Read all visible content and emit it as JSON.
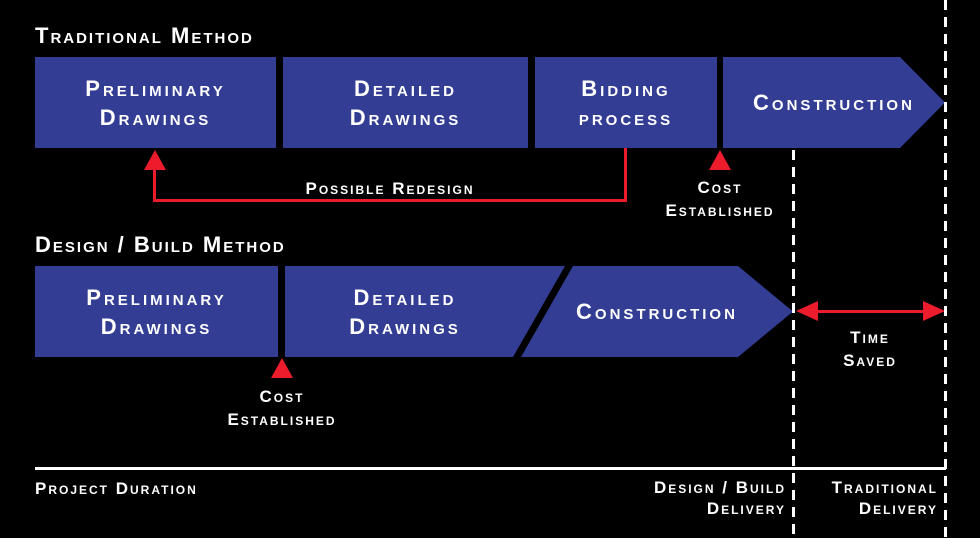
{
  "colors": {
    "background": "#000000",
    "stage_blue": "#333d94",
    "accent_red": "#ed1c2d",
    "text_and_lines": "#ffffff"
  },
  "traditional": {
    "heading": "Traditional Method",
    "stages": [
      {
        "line1": "Preliminary",
        "line2": "Drawings"
      },
      {
        "line1": "Detailed",
        "line2": "Drawings"
      },
      {
        "line1": "Bidding",
        "line2": "process"
      },
      {
        "line1": "Construction",
        "line2": ""
      }
    ],
    "possible_redesign_label": "Possible Redesign",
    "cost_established": {
      "line1": "Cost",
      "line2": "Established"
    }
  },
  "design_build": {
    "heading": "Design / Build Method",
    "stages": [
      {
        "line1": "Preliminary",
        "line2": "Drawings"
      },
      {
        "line1": "Detailed",
        "line2": "Drawings"
      },
      {
        "line1": "Construction",
        "line2": ""
      }
    ],
    "cost_established": {
      "line1": "Cost",
      "line2": "Established"
    },
    "time_saved": {
      "line1": "Time",
      "line2": "Saved"
    }
  },
  "axis": {
    "project_duration": "Project Duration",
    "design_build_delivery": {
      "line1": "Design / Build",
      "line2": "Delivery"
    },
    "traditional_delivery": {
      "line1": "Traditional",
      "line2": "Delivery"
    }
  }
}
